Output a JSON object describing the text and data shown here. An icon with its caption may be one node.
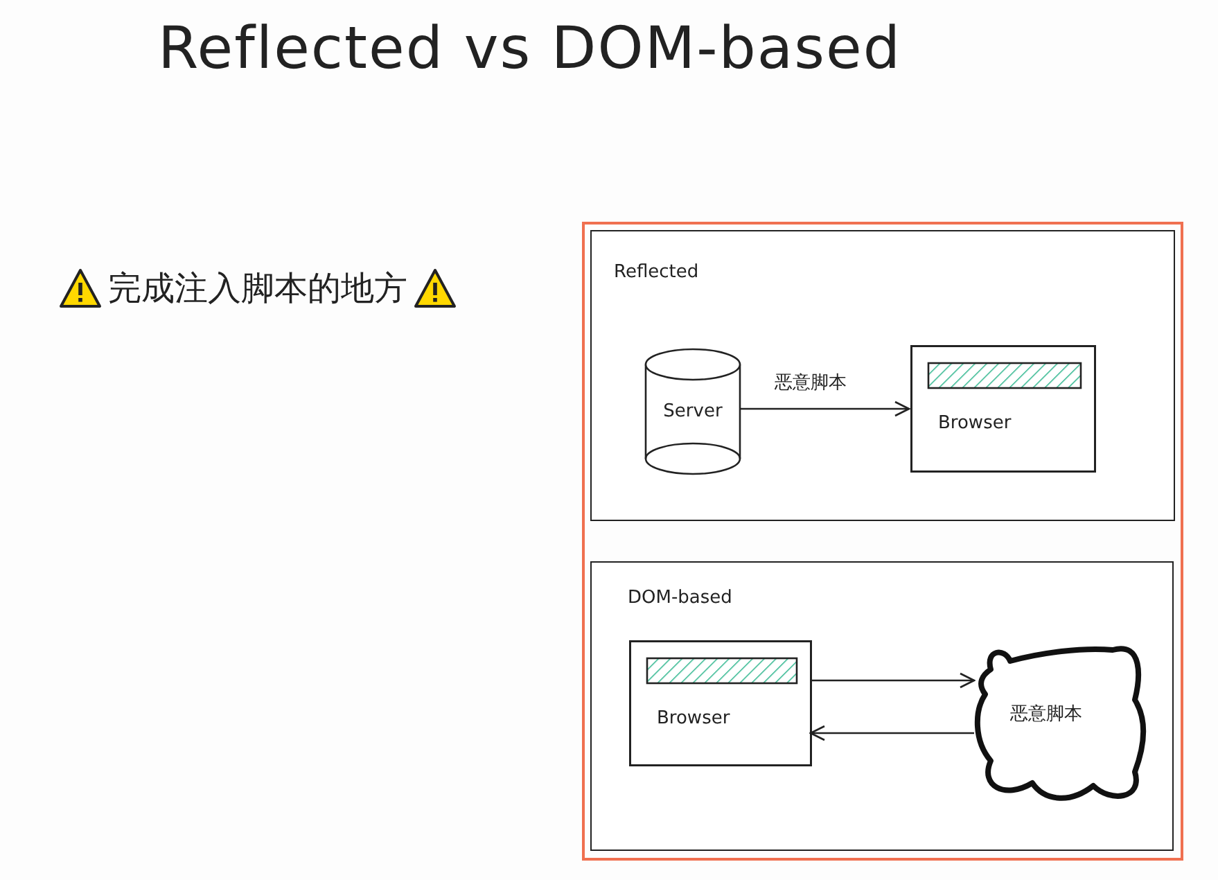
{
  "diagram": {
    "title": "Reflected vs DOM-based",
    "nodes": [
      {
        "text": [
          "Reflected"
        ]
      },
      {
        "text": [
          "Server"
        ],
        "in": 0
      },
      {
        "text": [
          "Browser"
        ],
        "in": 0
      },
      {
        "text": [
          "DOM-based"
        ]
      },
      {
        "text": [
          "Browser"
        ],
        "in": 3
      },
      {
        "text": [
          "恶意脚本"
        ],
        "in": 3
      }
    ],
    "edges": [
      {
        "from": 1,
        "to": 2,
        "arrow": "to",
        "label": "恶意脚本"
      },
      {
        "from": 4,
        "to": 5,
        "arrow": "to"
      },
      {
        "from": 5,
        "to": 4,
        "arrow": "to"
      }
    ],
    "labels": [
      "完成注入脚本的地方"
    ]
  }
}
